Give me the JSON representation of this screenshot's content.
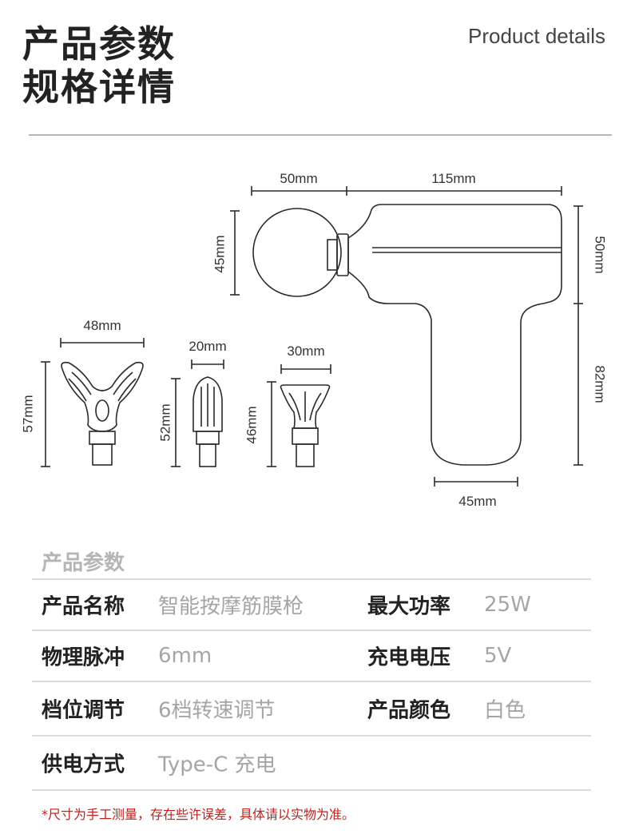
{
  "header": {
    "title_line1": "产品参数",
    "title_line2": "规格详情",
    "subtitle": "Product details"
  },
  "dimensions": {
    "head_width": "50mm",
    "body_length": "115mm",
    "head_height": "45mm",
    "body_height": "50mm",
    "handle_height": "82mm",
    "handle_width": "45mm",
    "fork_width": "48mm",
    "fork_height": "57mm",
    "bullet_width": "20mm",
    "bullet_height": "52mm",
    "flat_width": "30mm",
    "flat_height": "46mm"
  },
  "specs": {
    "heading": "产品参数",
    "rows": [
      [
        {
          "key": "产品名称",
          "value": "智能按摩筋膜枪"
        },
        {
          "key": "最大功率",
          "value": "25W"
        }
      ],
      [
        {
          "key": "物理脉冲",
          "value": "6mm"
        },
        {
          "key": "充电电压",
          "value": "5V"
        }
      ],
      [
        {
          "key": "档位调节",
          "value": "6档转速调节"
        },
        {
          "key": "产品颜色",
          "value": "白色"
        }
      ],
      [
        {
          "key": "供电方式",
          "value": "Type-C 充电"
        }
      ]
    ]
  },
  "note": "*尺寸为手工测量，存在些许误差，具体请以实物为准。",
  "colors": {
    "outline": "#2a2a2a",
    "note_red": "#c2201b",
    "value_gray": "#a5a5a5"
  }
}
